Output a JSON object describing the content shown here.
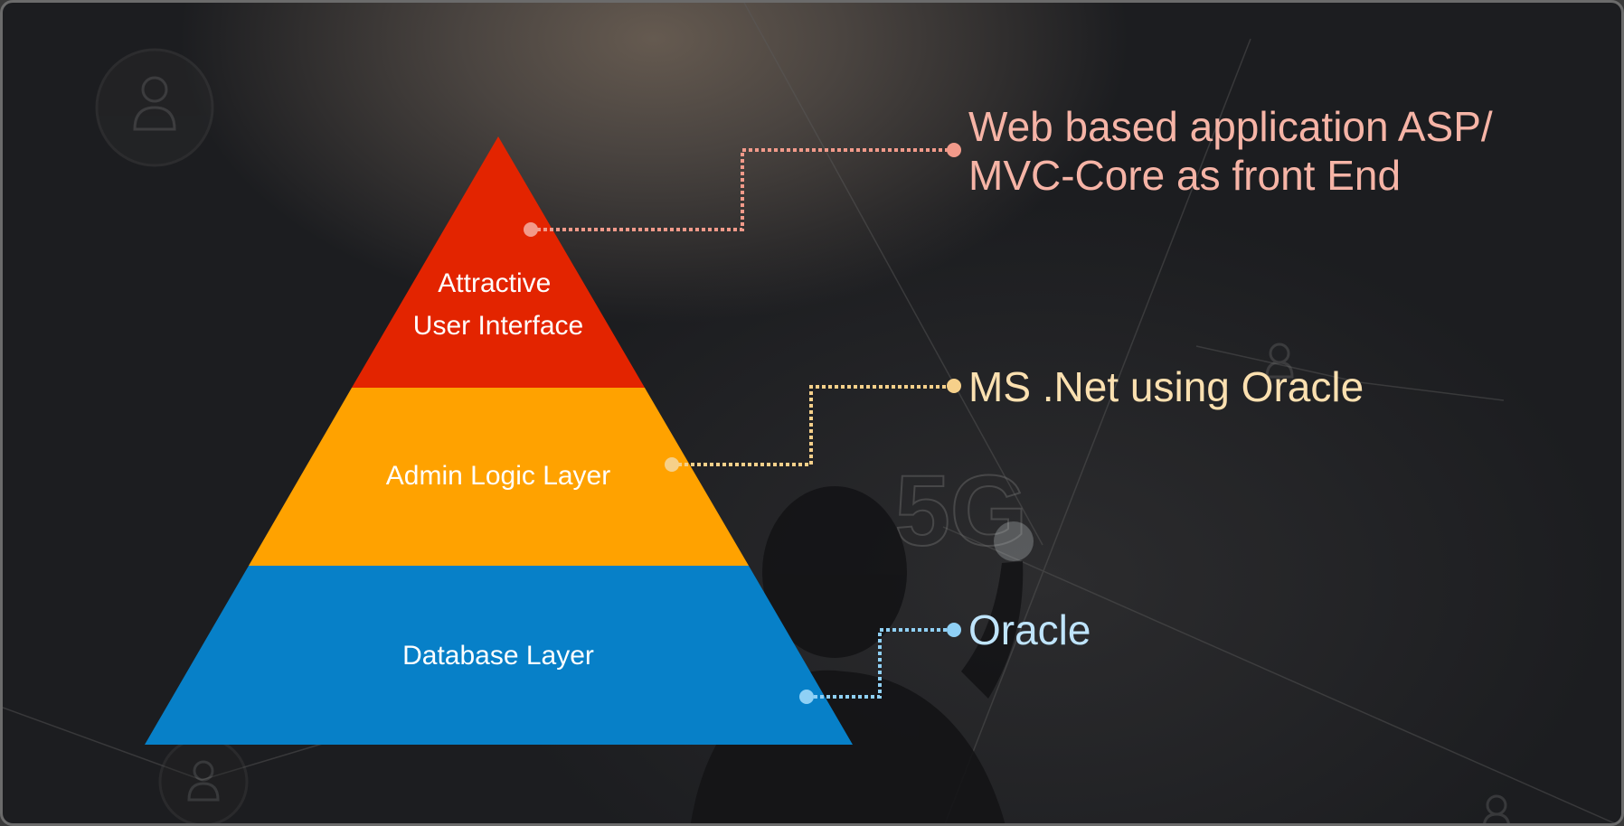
{
  "pyramid": {
    "tiers": [
      {
        "lines": [
          "Attractive",
          "User Interface"
        ],
        "color": "#e32400",
        "description": [
          "Web based application ASP/",
          "MVC-Core as front End"
        ],
        "description_color": "#f6b4a6",
        "connector_color": "#f29a8a"
      },
      {
        "lines": [
          "Admin Logic Layer"
        ],
        "color": "#ffa200",
        "description": [
          "MS .Net using Oracle"
        ],
        "description_color": "#fbe0b0",
        "connector_color": "#f6d08a"
      },
      {
        "lines": [
          "Database Layer"
        ],
        "color": "#0780c8",
        "description": [
          "Oracle"
        ],
        "description_color": "#bfe4fb",
        "connector_color": "#8fd0f5"
      }
    ]
  },
  "background": {
    "watermark_text": "5G",
    "icons": [
      "user-icon",
      "user-icon",
      "user-icon",
      "user-icon"
    ]
  }
}
